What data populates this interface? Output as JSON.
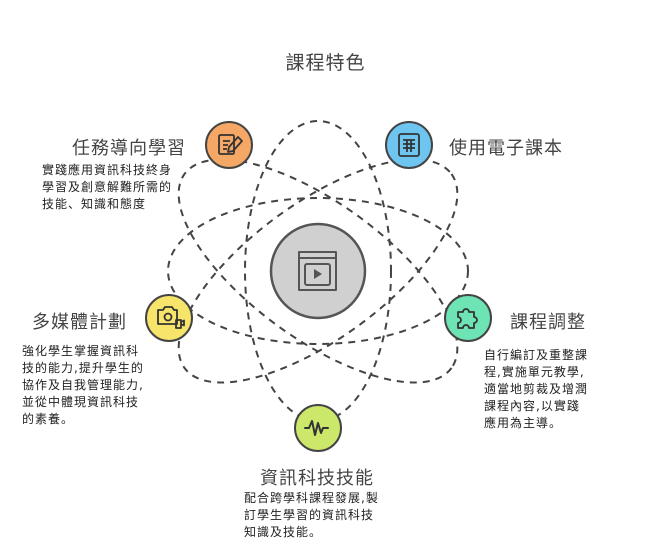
{
  "title": "課程特色",
  "center": {
    "icon": "video-book-icon"
  },
  "nodes": {
    "task": {
      "label": "任務導向學習",
      "icon": "pencil-clipboard-icon",
      "color": "#f5a765",
      "desc": [
        "實踐應用資訊科技終身",
        "學習及創意解難所需的",
        "技能、知識和態度"
      ]
    },
    "ebook": {
      "label": "使用電子課本",
      "icon": "ebook-reader-icon",
      "color": "#6ec6f0",
      "desc": []
    },
    "multimedia": {
      "label": "多媒體計劃",
      "icon": "camera-video-icon",
      "color": "#f7e46a",
      "desc": [
        "強化學生掌握資訊科",
        "技的能力,提升學生的",
        "協作及自我管理能力,",
        "並從中體現資訊科技",
        "的素養。"
      ]
    },
    "adjust": {
      "label": "課程調整",
      "icon": "puzzle-icon",
      "color": "#6ee3b4",
      "desc": [
        "自行編訂及重整課",
        "程,實施單元教學,",
        "適當地剪裁及增潤",
        "課程內容,以實踐",
        "應用為主導。"
      ]
    },
    "skills": {
      "label": "資訊科技技能",
      "icon": "waveform-icon",
      "color": "#cbe86a",
      "desc": [
        "配合跨學科課程發展,製",
        "訂學生學習的資訊科技",
        "知識及技能。"
      ]
    }
  },
  "colors": {
    "orbit": "#444444",
    "center_fill": "#d0d0d0",
    "center_stroke": "#555555"
  }
}
